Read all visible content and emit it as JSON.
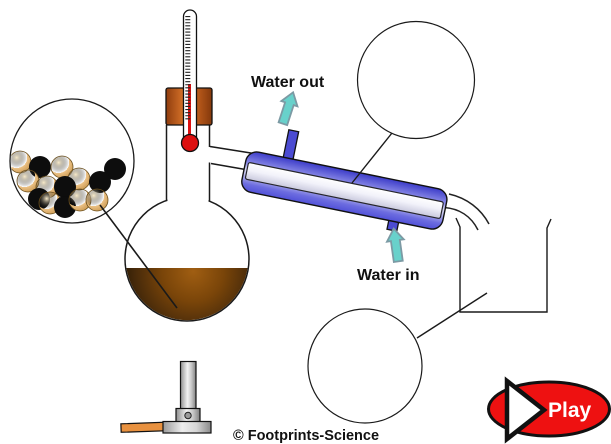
{
  "labels": {
    "water_out": "Water out",
    "water_in": "Water in"
  },
  "copyright": "© Footprints-Science",
  "play_button": {
    "label": "Play"
  },
  "icons": {
    "play_icon": "▶",
    "water_flow_arrow": "⬆"
  },
  "colors": {
    "condenser_blue": "#4b4bd2",
    "water_arrow_cyan": "#68d1cb",
    "liquid_brown": "#6b3c0a",
    "stopper_orange": "#c4601c",
    "gas_tube_orange": "#e8913f",
    "play_button_red": "#ee1111",
    "mercury_red": "#dd1010"
  }
}
